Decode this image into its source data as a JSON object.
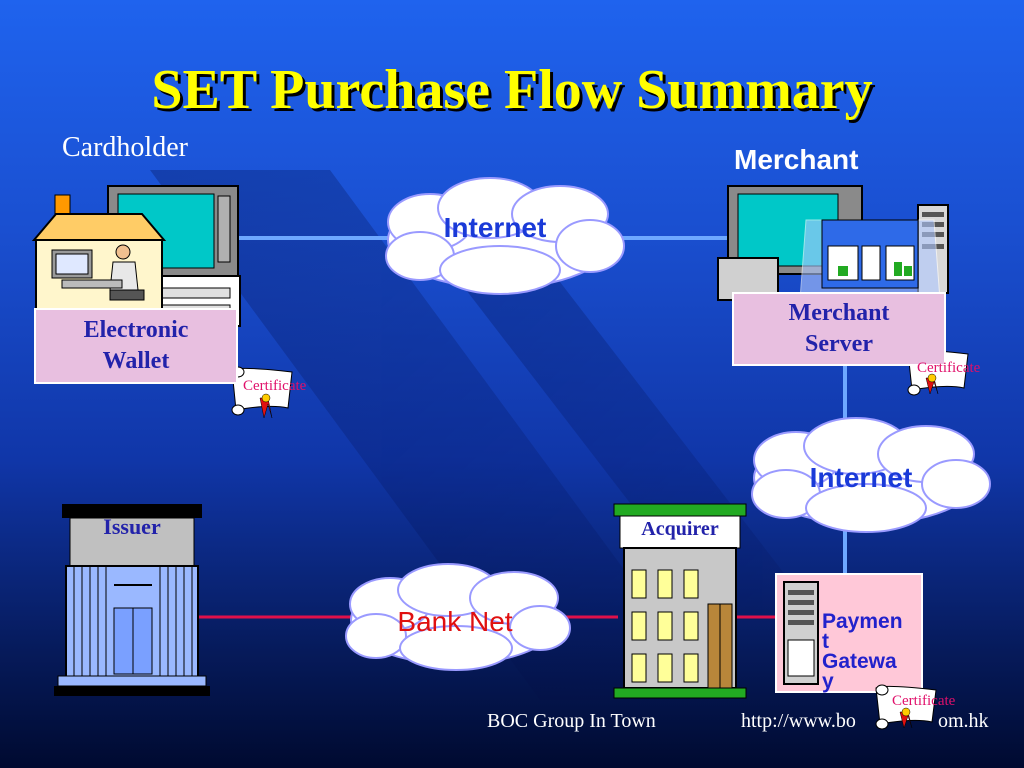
{
  "title": "SET Purchase Flow Summary",
  "cardholder": {
    "label": "Cardholder",
    "wallet_line1": "Electronic",
    "wallet_line2": "Wallet",
    "certificate": "Certificate"
  },
  "merchant": {
    "label": "Merchant",
    "server_line1": "Merchant",
    "server_line2": "Server",
    "certificate": "Certificate"
  },
  "clouds": {
    "top": "Internet",
    "right": "Internet",
    "bottom": "Bank Net"
  },
  "issuer": {
    "label": "Issuer"
  },
  "acquirer": {
    "label": "Acquirer"
  },
  "gateway": {
    "line1": "Paymen",
    "line2": "t",
    "line3": "Gatewa",
    "line4": "y",
    "certificate": "Certificate"
  },
  "footer": {
    "left": "BOC Group In Town",
    "url_start": "http://www.bo",
    "url_end": "om.hk"
  },
  "colors": {
    "title": "#ffff00",
    "box_fill": "#e8bfe0",
    "box_text": "#2222aa",
    "certificate_text": "#e0106a",
    "bank_line": "#e0104a",
    "internet_line": "#6ea8ff"
  }
}
